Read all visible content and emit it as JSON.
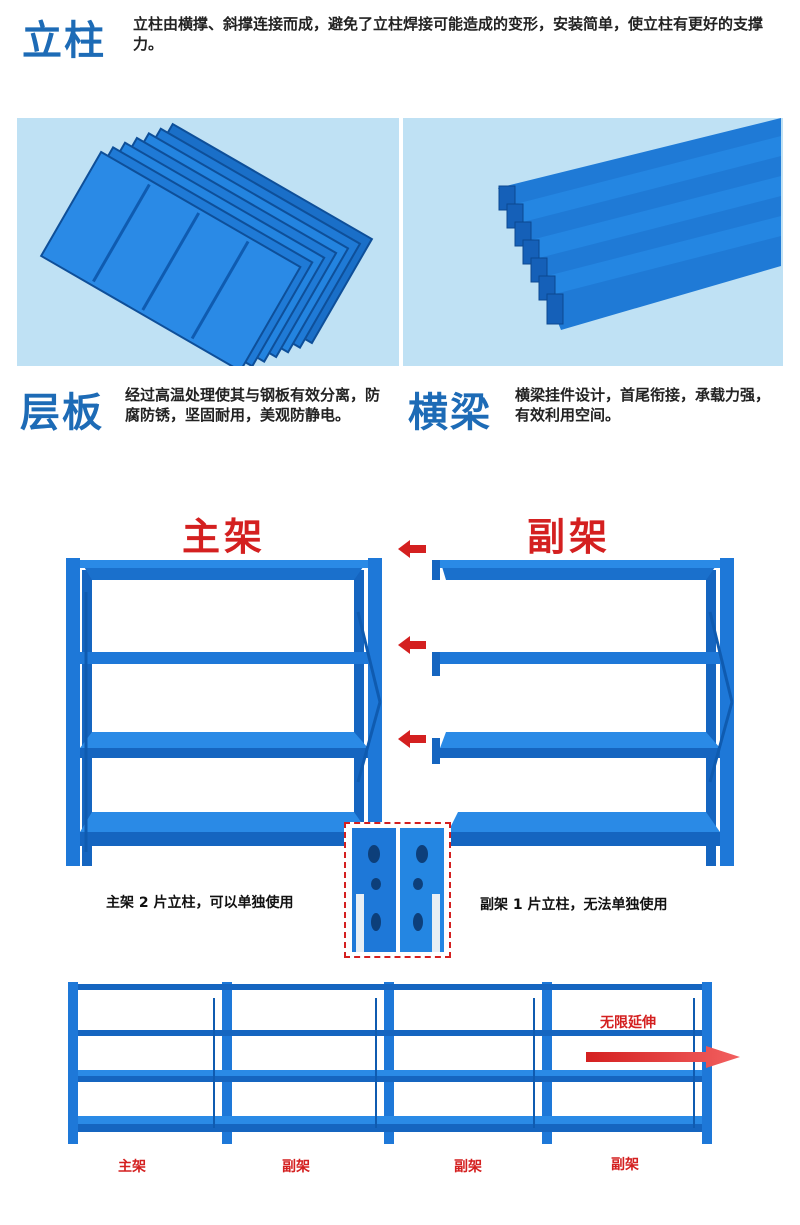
{
  "pillar": {
    "title": "立柱",
    "desc": "立柱由横撑、斜撑连接而成，避免了立柱焊接可能造成的变形，安装简单，使立柱有更好的支撑力。"
  },
  "shelf_board": {
    "title": "层板",
    "desc": "经过高温处理使其与钢板有效分离，防腐防锈，坚固耐用，美观防静电。"
  },
  "beam": {
    "title": "横梁",
    "desc": "横梁挂件设计，首尾衔接，承载力强，有效利用空间。"
  },
  "main_frame": {
    "title": "主架",
    "caption": "主架 2 片立柱，可以单独使用"
  },
  "sub_frame": {
    "title": "副架",
    "caption": "副架 1 片立柱，无法单独使用"
  },
  "row": {
    "extend_label": "无限延伸",
    "labels": [
      "主架",
      "副架",
      "副架",
      "副架"
    ]
  },
  "colors": {
    "brand_blue": "#1d6bb6",
    "rack_blue": "#1e78d8",
    "accent_red": "#d42020",
    "panel_bg": "#bfe1f4"
  }
}
